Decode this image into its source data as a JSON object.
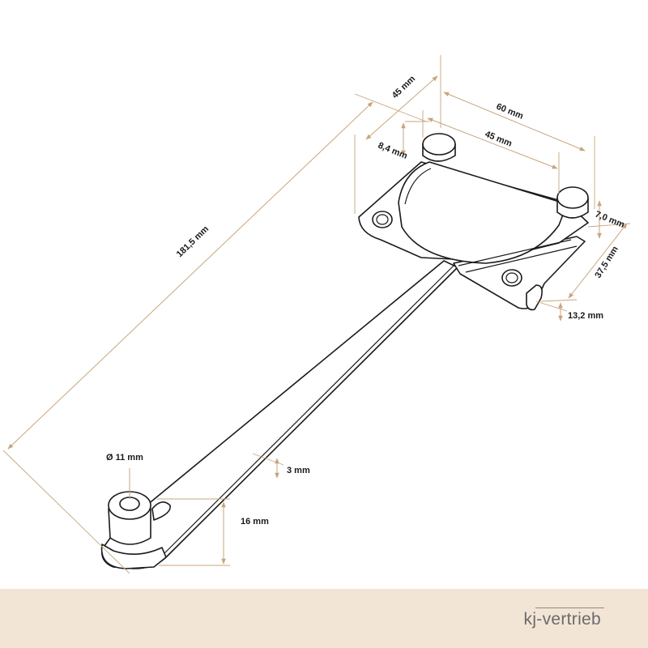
{
  "dimensions": {
    "length": "181,5 mm",
    "plate_width": "45 mm",
    "plate_depth": "60 mm",
    "pin_spacing": "45 mm",
    "pin_offset": "8,4 mm",
    "pin_height": "7,0 mm",
    "plate_height": "37,5 mm",
    "plate_thickness": "13,2 mm",
    "bolt_diameter": "Ø 11 mm",
    "arm_thickness": "3 mm",
    "arm_height": "16 mm"
  },
  "footer": {
    "brand": "kj-vertrieb"
  },
  "colors": {
    "dimension": "#c8a57e",
    "outline": "#1a1a1a",
    "footer_bg": "#f3e5d6",
    "brand_text": "#6b6b6b"
  }
}
